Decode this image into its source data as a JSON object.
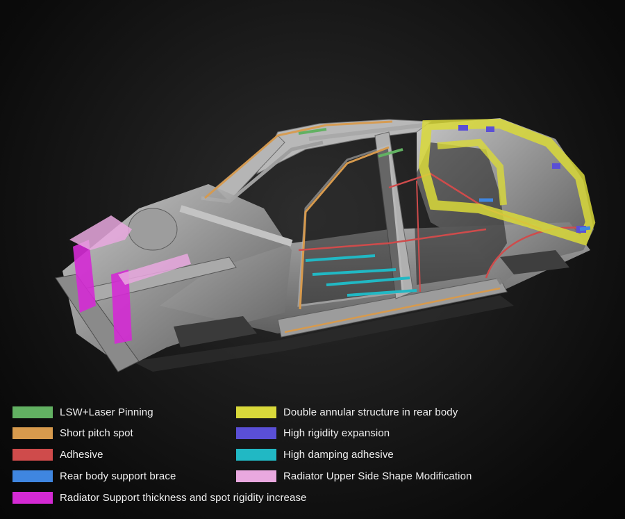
{
  "colors": {
    "lsw": "#62b162",
    "short_pitch": "#d79a4d",
    "adhesive": "#cf4b4b",
    "rear_brace": "#3f86e0",
    "radiator_support": "#d42ad4",
    "double_annular": "#d9d93a",
    "high_rigidity": "#5a4fd6",
    "high_damping": "#21b8c4",
    "radiator_upper": "#e9a8df",
    "frame_light": "#c9c9c9",
    "frame_mid": "#8a8a8a",
    "frame_dark": "#4a4a4a"
  },
  "legend": {
    "left": [
      {
        "label": "LSW+Laser Pinning",
        "color": "#62b162"
      },
      {
        "label": "Short pitch spot",
        "color": "#d79a4d"
      },
      {
        "label": "Adhesive",
        "color": "#cf4b4b"
      },
      {
        "label": "Rear body support brace",
        "color": "#3f86e0"
      },
      {
        "label": "Radiator Support thickness and spot rigidity increase",
        "color": "#d42ad4"
      }
    ],
    "right": [
      {
        "label": "Double annular structure in rear body",
        "color": "#d9d93a"
      },
      {
        "label": "High rigidity expansion",
        "color": "#5a4fd6"
      },
      {
        "label": "High damping adhesive",
        "color": "#21b8c4"
      },
      {
        "label": "Radiator Upper Side Shape Modification",
        "color": "#e9a8df"
      }
    ]
  }
}
